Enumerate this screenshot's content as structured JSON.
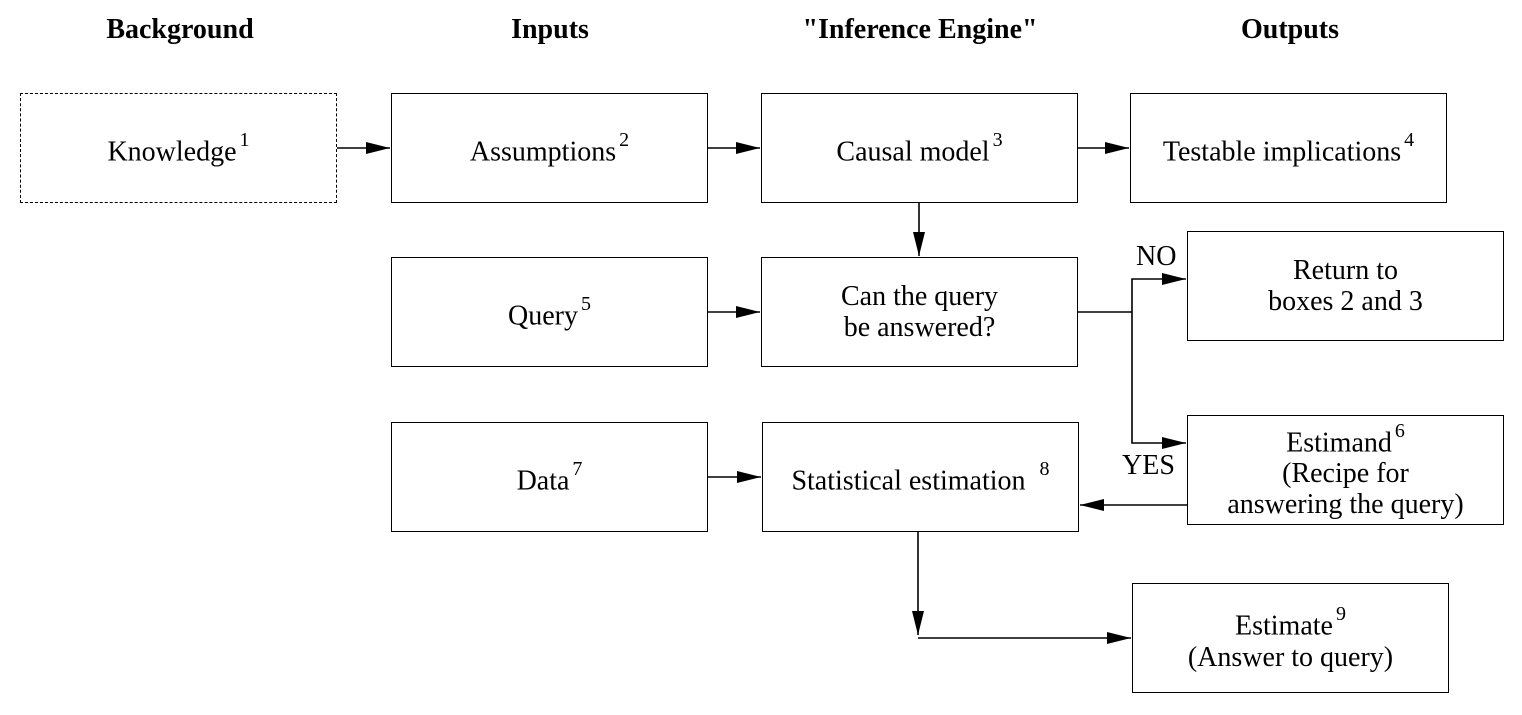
{
  "headers": {
    "background": "Background",
    "inputs": "Inputs",
    "inference_engine": "\"Inference Engine\"",
    "outputs": "Outputs"
  },
  "boxes": {
    "knowledge": {
      "lines": [
        "Knowledge"
      ],
      "number": "1",
      "style": "dashed"
    },
    "assumptions": {
      "lines": [
        "Assumptions"
      ],
      "number": "2"
    },
    "causal_model": {
      "lines": [
        "Causal model"
      ],
      "number": "3"
    },
    "testable": {
      "lines": [
        "Testable implications"
      ],
      "number": "4"
    },
    "query": {
      "lines": [
        "Query"
      ],
      "number": "5"
    },
    "can_query": {
      "lines": [
        "Can the query",
        "be answered?"
      ]
    },
    "return": {
      "lines": [
        "Return to",
        "boxes 2 and 3"
      ]
    },
    "estimand": {
      "lines": [
        "Estimand",
        "(Recipe for",
        "answering the query)"
      ],
      "number": "6"
    },
    "data": {
      "lines": [
        "Data"
      ],
      "number": "7"
    },
    "statistical": {
      "lines": [
        "Statistical estimation"
      ],
      "number": "8"
    },
    "estimate": {
      "lines": [
        "Estimate",
        "(Answer to query)"
      ],
      "number": "9"
    }
  },
  "branch_labels": {
    "no": "NO",
    "yes": "YES"
  }
}
